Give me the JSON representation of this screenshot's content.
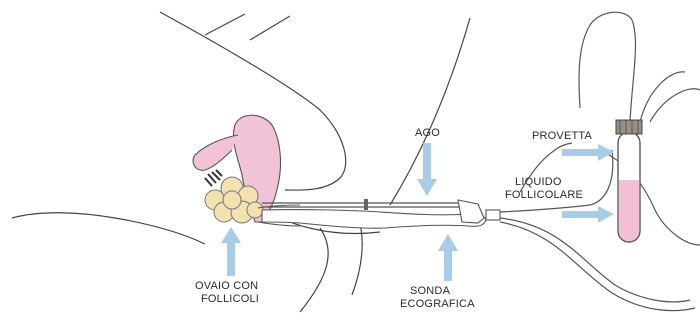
{
  "labels": {
    "ago": "AGO",
    "provetta": "PROVETTA",
    "liquido_line1": "LIQUIDO",
    "liquido_line2": "FOLLICOLARE",
    "ovaio_line1": "OVAIO CON",
    "ovaio_line2": "FOLLICOLI",
    "sonda_line1": "SONDA",
    "sonda_line2": "ECOGRAFICA"
  },
  "colors": {
    "arrow": "#a9cce6",
    "uterus": "#f2c2d6",
    "follicles": "#f1e2b0",
    "tube_liquid": "#f2bfd4",
    "outline": "#333333"
  }
}
